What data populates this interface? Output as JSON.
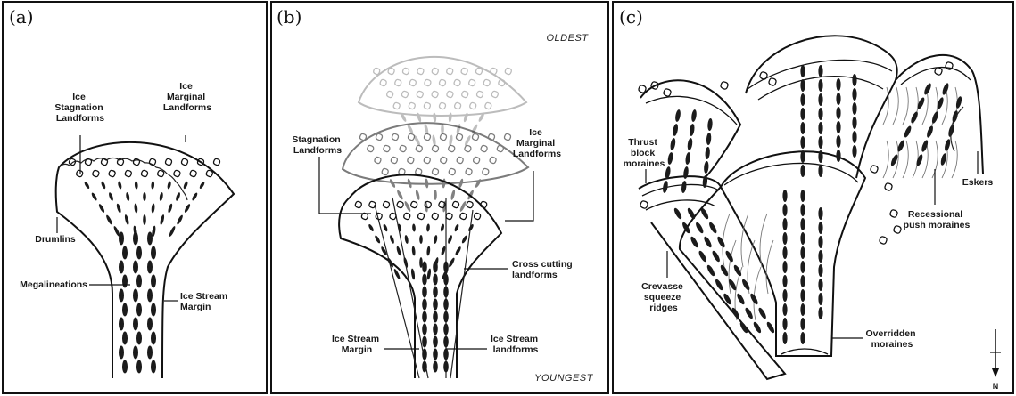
{
  "panels": {
    "a": {
      "label": "(a)",
      "labels": {
        "ice_stagnation": [
          "Ice",
          "Stagnation",
          "Landforms"
        ],
        "ice_marginal": [
          "Ice",
          "Marginal",
          "Landforms"
        ],
        "drumlins": [
          "Drumlins"
        ],
        "megalineations": [
          "Megalineations"
        ],
        "ice_stream_margin": [
          "Ice Stream",
          "Margin"
        ]
      }
    },
    "b": {
      "label": "(b)",
      "oldest": "OLDEST",
      "youngest": "YOUNGEST",
      "labels": {
        "stagnation": [
          "Stagnation",
          "Landforms"
        ],
        "ice_marginal": [
          "Ice",
          "Marginal",
          "Landforms"
        ],
        "cross_cutting": [
          "Cross cutting",
          "landforms"
        ],
        "ice_stream_margin": [
          "Ice Stream",
          "Margin"
        ],
        "ice_stream_landforms": [
          "Ice Stream",
          "landforms"
        ]
      }
    },
    "c": {
      "label": "(c)",
      "north": "N",
      "labels": {
        "thrust_block": [
          "Thrust",
          "block",
          "moraines"
        ],
        "eskers": [
          "Eskers"
        ],
        "recessional": [
          "Recessional",
          "push moraines"
        ],
        "crevasse": [
          "Crevasse",
          "squeeze",
          "ridges"
        ],
        "overridden": [
          "Overridden",
          "moraines"
        ]
      }
    }
  }
}
